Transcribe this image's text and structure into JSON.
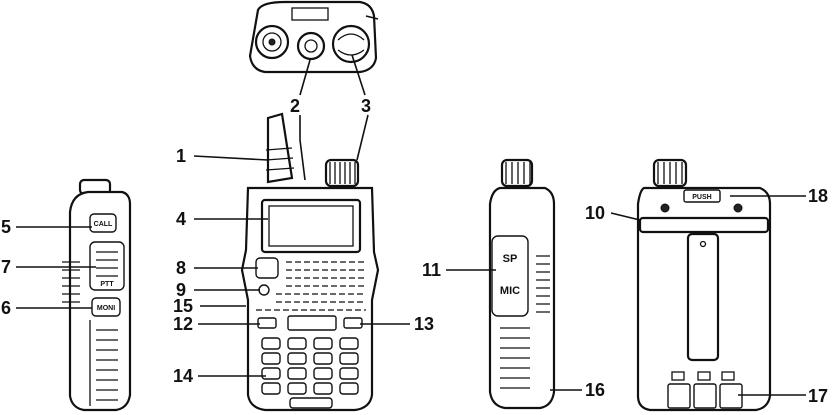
{
  "figure": {
    "callouts": [
      {
        "id": "1",
        "text": "1"
      },
      {
        "id": "2",
        "text": "2"
      },
      {
        "id": "3",
        "text": "3"
      },
      {
        "id": "4",
        "text": "4"
      },
      {
        "id": "5",
        "text": "5"
      },
      {
        "id": "6",
        "text": "6"
      },
      {
        "id": "7",
        "text": "7"
      },
      {
        "id": "8",
        "text": "8"
      },
      {
        "id": "9",
        "text": "9"
      },
      {
        "id": "10",
        "text": "10"
      },
      {
        "id": "11",
        "text": "11"
      },
      {
        "id": "12",
        "text": "12"
      },
      {
        "id": "13",
        "text": "13"
      },
      {
        "id": "14",
        "text": "14"
      },
      {
        "id": "15",
        "text": "15"
      },
      {
        "id": "16",
        "text": "16"
      },
      {
        "id": "17",
        "text": "17"
      },
      {
        "id": "18",
        "text": "18"
      }
    ],
    "side_left_labels": {
      "call": "CALL",
      "ptt": "PTT",
      "moni": "MONI"
    },
    "side_right_labels": {
      "sp": "SP",
      "mic": "MIC"
    },
    "back_labels": {
      "push": "PUSH"
    }
  }
}
